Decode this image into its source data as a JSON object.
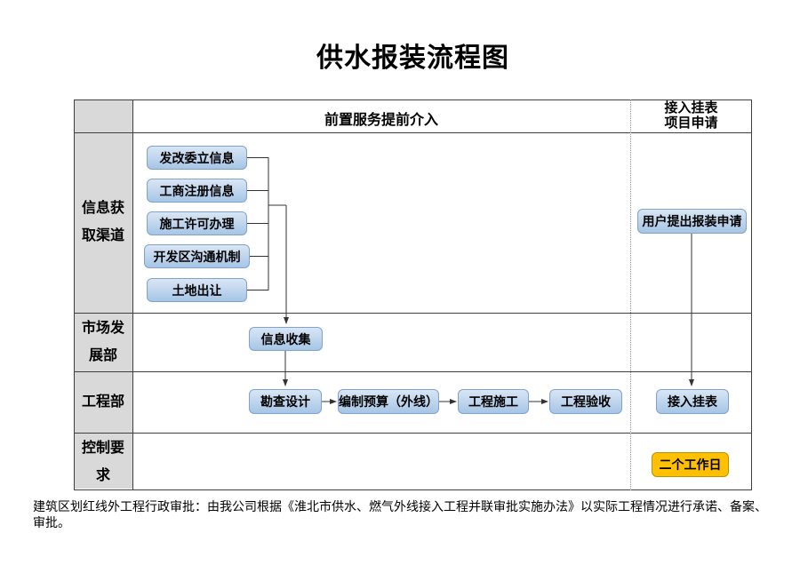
{
  "page": {
    "title": "供水报装流程图",
    "footnote": "建筑区划红线外工程行政审批：由我公司根据《淮北市供水、燃气外线接入工程并联审批实施办法》以实际工程情况进行承诺、备案、审批。"
  },
  "colors": {
    "node_blue_fill": "#aec9e8",
    "node_blue_border": "#7fa3cd",
    "node_yellow_fill": "#ffc000",
    "node_yellow_border": "#bf9000",
    "label_column_gray": "#d9d9d9",
    "table_line": "#3f3f3f"
  },
  "header": {
    "main_column": "前置服务提前介入",
    "right_column_line1": "接入挂表",
    "right_column_line2": "项目申请"
  },
  "row_labels": {
    "info_channel_line1": "信息获",
    "info_channel_line2": "取渠道",
    "market_dept_line1": "市场发",
    "market_dept_line2": "展部",
    "engineering_dept": "工程部",
    "control_req_line1": "控制要",
    "control_req_line2": "求"
  },
  "flow": {
    "info_sources": [
      "发改委立信息",
      "工商注册信息",
      "施工许可办理",
      "开发区沟通机制",
      "土地出让"
    ],
    "info_collection": "信息收集",
    "engineering_steps": [
      "勘查设计",
      "编制预算（外线）",
      "工程施工",
      "工程验收"
    ],
    "user_application": "用户提出报装申请",
    "meter_connection": "接入挂表",
    "control_duration": "二个工作日"
  }
}
